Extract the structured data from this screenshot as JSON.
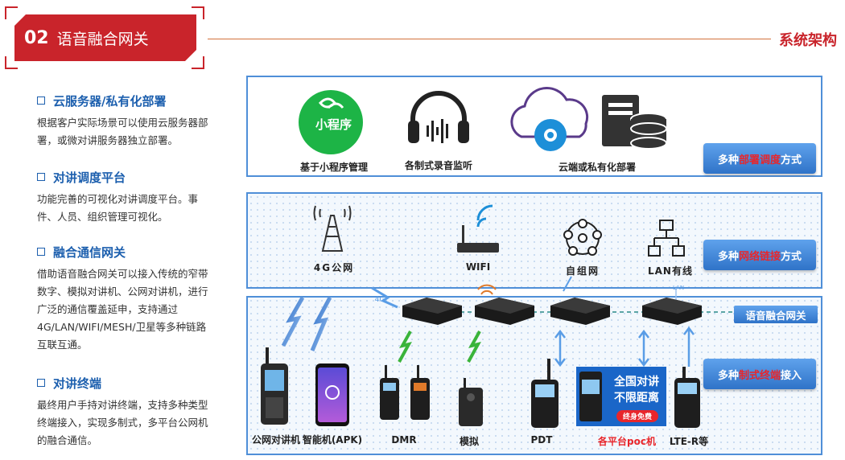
{
  "header": {
    "number": "02",
    "title": "语音融合网关",
    "right_title": "系统架构"
  },
  "sections": [
    {
      "title": "云服务器/私有化部署",
      "body": "根据客户实际场景可以使用云服务器部署，或微对讲服务器独立部署。"
    },
    {
      "title": "对讲调度平台",
      "body": "功能完善的可视化对讲调度平台。事件、人员、组织管理可视化。"
    },
    {
      "title": "融合通信网关",
      "body": "借助语音融合网关可以接入传统的窄带数字、模拟对讲机、公网对讲机，进行广泛的通信覆盖延申，支持通过4G/LAN/WIFI/MESH/卫星等多种链路互联互通。"
    },
    {
      "title": "对讲终端",
      "body": "最终用户手持对讲终端，支持多种类型终端接入，实现多制式，多平台公网机的融合通信。"
    }
  ],
  "deploy": {
    "mini_program_badge": "小程序",
    "items": [
      "基于小程序管理",
      "各制式录音监听",
      "云端或私有化部署"
    ],
    "pill_prefix": "多种",
    "pill_highlight": "部署调度",
    "pill_suffix": "方式"
  },
  "network": {
    "items": [
      "4G公网",
      "WIFI",
      "自组网",
      "LAN有线"
    ],
    "pill_prefix": "多种",
    "pill_highlight": "网络链接",
    "pill_suffix": "方式"
  },
  "gateway": {
    "label": "语音融合网关",
    "link_4g": "4G",
    "link_lan": "LAN",
    "pill_prefix": "多种",
    "pill_highlight": "制式终端",
    "pill_suffix": "接入"
  },
  "terminals": {
    "items": [
      "公网对讲机",
      "智能机(APK)",
      "DMR",
      "模拟",
      "PDT",
      "各平台poc机",
      "LTE-R等"
    ],
    "poster_line1": "全国对讲",
    "poster_line2": "不限距离",
    "poster_badge": "终身免费"
  },
  "colors": {
    "accent_red": "#c9242b",
    "title_blue": "#1c5fae",
    "box_border": "#4f8fd8",
    "highlight_red": "#e8262b",
    "mini_green": "#1db446"
  }
}
